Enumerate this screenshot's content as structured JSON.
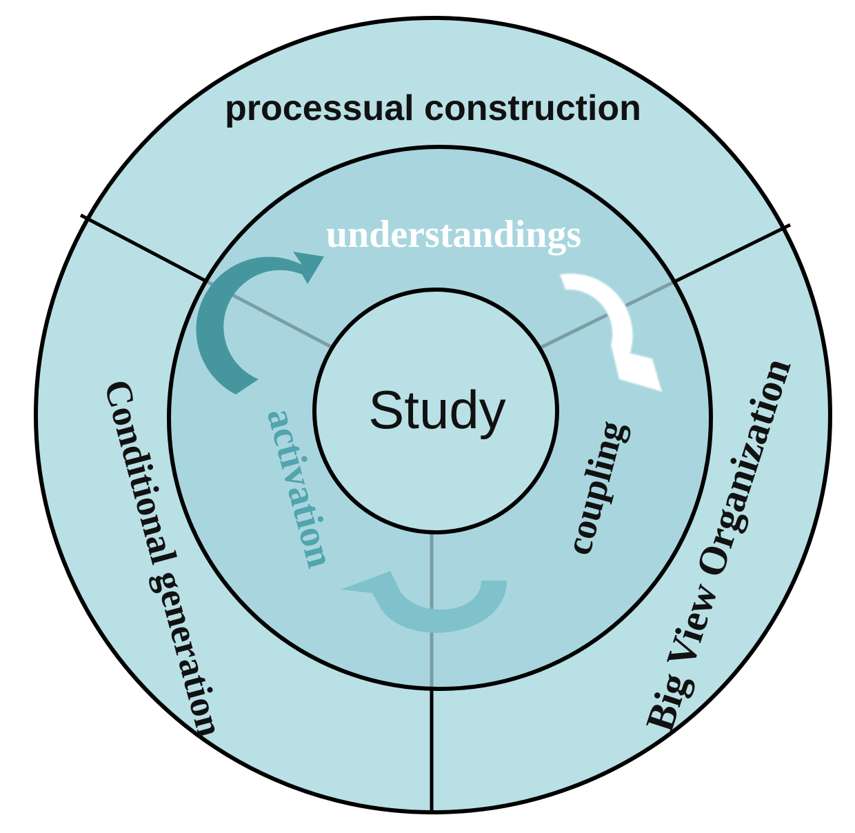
{
  "center": {
    "label": "Study"
  },
  "middle_ring": {
    "top": "understandings",
    "right": "coupling",
    "left": "activation"
  },
  "outer_ring": {
    "top": "processual construction",
    "left": "Conditional generation",
    "right": "Big View Organization"
  },
  "colors": {
    "outer_fill": "#b9e0e5",
    "middle_fill": "#a4d3db",
    "inner_fill": "#b9e0e5",
    "stroke": "#000000",
    "arrow_dark": "#46969f",
    "arrow_white": "#ffffff",
    "arrow_light": "#7fc2cc",
    "understandings_text": "#ffffff",
    "activation_text": "#52a4ae",
    "dark_text": "#111111"
  }
}
